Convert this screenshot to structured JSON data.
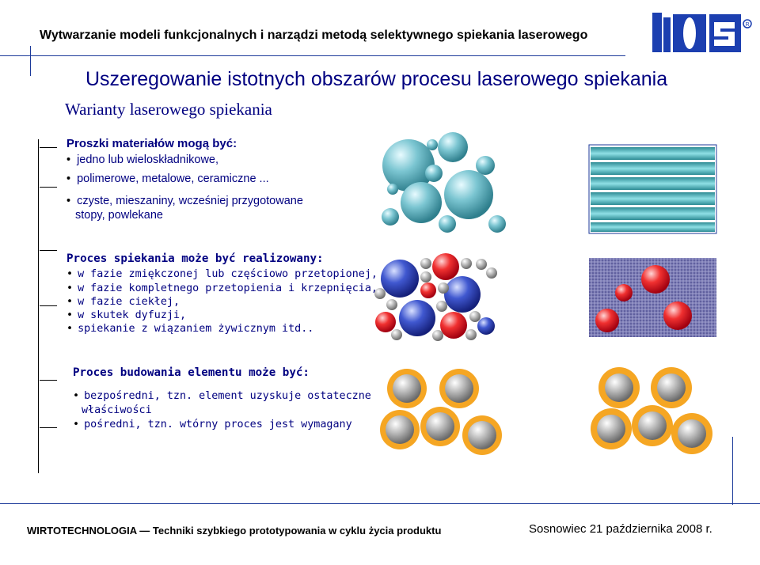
{
  "header": {
    "title": "Wytwarzanie modeli funkcjonalnych i narządzi metodą selektywnego spiekania laserowego"
  },
  "main_title": "Uszeregowanie istotnych obszarów procesu laserowego spiekania",
  "subtitle": "Warianty laserowego spiekania",
  "section1": {
    "heading": "Proszki materiałów mogą być:",
    "items": [
      "jedno lub wieloskładnikowe,",
      "polimerowe, metalowe, ceramiczne ...",
      "czyste, mieszaniny, wcześniej przygotowane"
    ],
    "continuation": "stopy, powlekane"
  },
  "section2": {
    "heading": "Proces spiekania może być realizowany:",
    "items": [
      "w fazie zmiękczonej lub częściowo przetopionej,",
      "w fazie kompletnego przetopienia i krzepnięcia,",
      "w fazie ciekłej,",
      "w skutek dyfuzji,",
      "spiekanie z wiązaniem żywicznym itd.."
    ]
  },
  "section3": {
    "heading": "Proces budowania elementu może być:",
    "items": [
      "bezpośredni, tzn. element uzyskuje ostateczne",
      "pośredni, tzn. wtórny proces jest wymagany"
    ],
    "continuation": "właściwości"
  },
  "colors": {
    "navy": "#000080",
    "rule": "#1c3a9a",
    "teal_particle": "#5fb3c0",
    "red_particle": "#e8202a",
    "blue_particle": "#3048c0",
    "orange_ring": "#f5a623",
    "gray_core": "#9a9a9a"
  },
  "footer": {
    "left": "WIRTOTECHNOLOGIA — Techniki szybkiego prototypowania w cyklu życia produktu",
    "right": "Sosnowiec 21 października 2008 r."
  }
}
